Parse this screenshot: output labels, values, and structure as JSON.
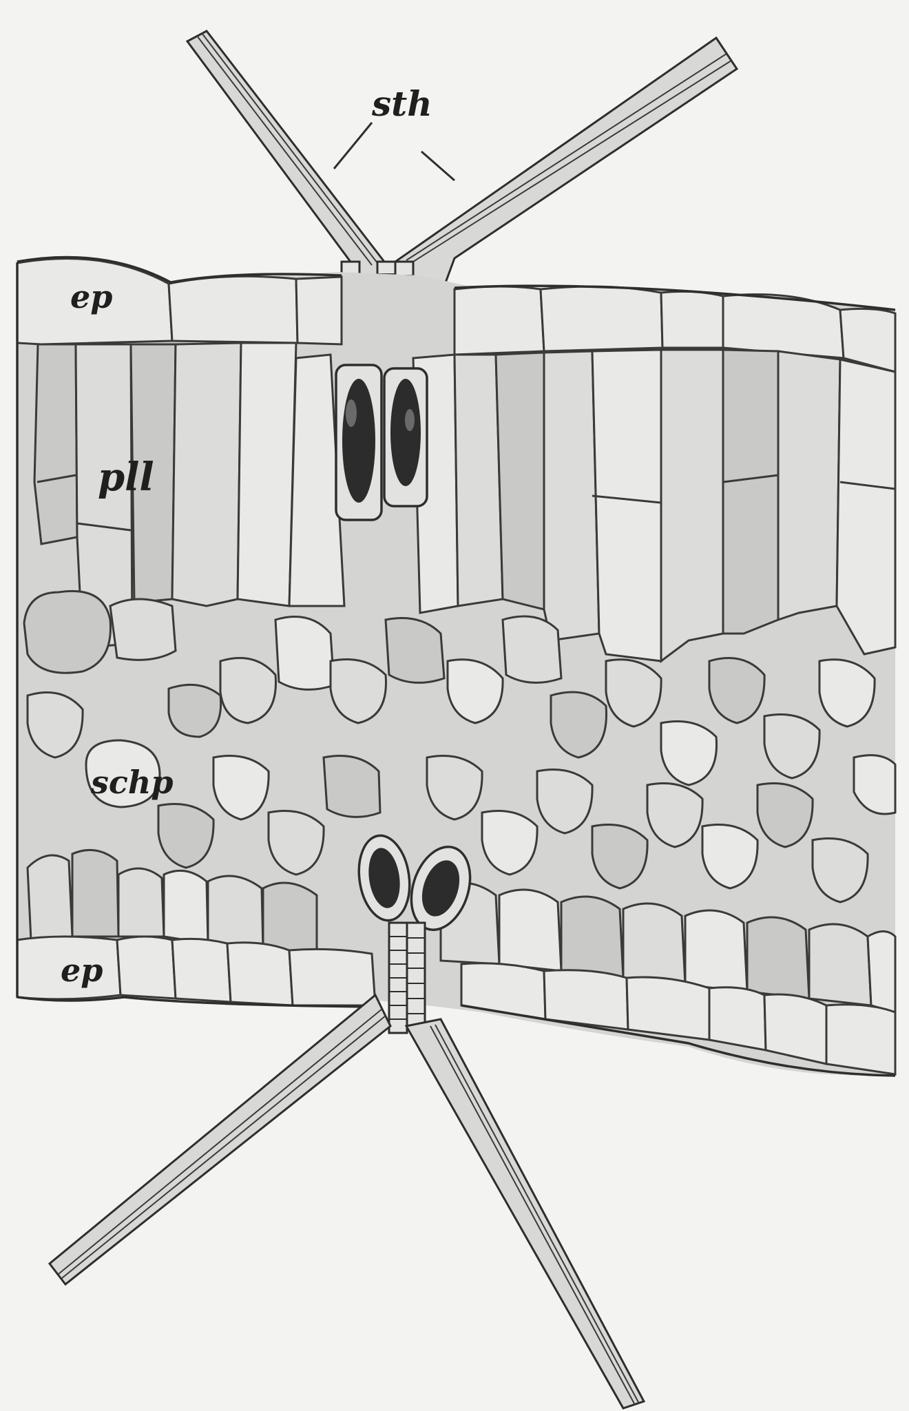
{
  "labels": {
    "stellate_hairs": "sth",
    "upper_epidermis": "ep",
    "palisade": "pll",
    "spongy": "schp",
    "lower_epidermis": "ep"
  },
  "colors": {
    "paper": "#f3f3f1",
    "ink": "#2e2e2e",
    "cell_fill": "#dcdcda"
  }
}
